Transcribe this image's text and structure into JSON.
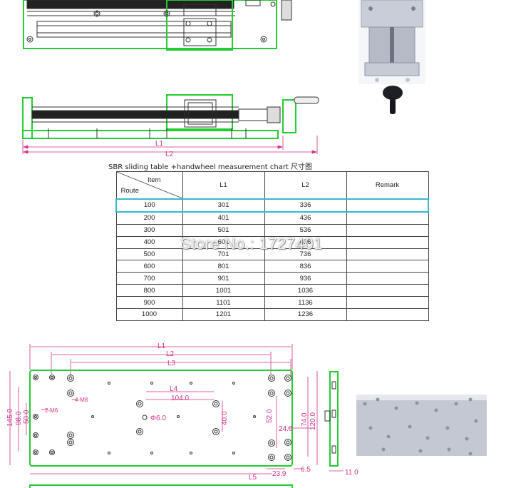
{
  "side_view": {
    "dim_l1": "L1",
    "dim_l2": "L2"
  },
  "chart": {
    "caption_prefix": "SBR sliding table +",
    "caption_underlined": "handwheel",
    "caption_suffix": " measurement chart 尺寸图",
    "header_item": "Item",
    "header_route": "Route",
    "col_l1": "L1",
    "col_l2": "L2",
    "col_remark": "Remark",
    "rows": [
      {
        "route": "100",
        "l1": "301",
        "l2": "336",
        "remark": ""
      },
      {
        "route": "200",
        "l1": "401",
        "l2": "436",
        "remark": ""
      },
      {
        "route": "300",
        "l1": "501",
        "l2": "536",
        "remark": ""
      },
      {
        "route": "400",
        "l1": "601",
        "l2": "636",
        "remark": ""
      },
      {
        "route": "500",
        "l1": "701",
        "l2": "736",
        "remark": ""
      },
      {
        "route": "600",
        "l1": "801",
        "l2": "836",
        "remark": ""
      },
      {
        "route": "700",
        "l1": "901",
        "l2": "936",
        "remark": ""
      },
      {
        "route": "800",
        "l1": "1001",
        "l2": "1036",
        "remark": ""
      },
      {
        "route": "900",
        "l1": "1101",
        "l2": "1136",
        "remark": ""
      },
      {
        "route": "1000",
        "l1": "1201",
        "l2": "1236",
        "remark": ""
      }
    ]
  },
  "watermark": "Store No.: 1727401",
  "plan_view": {
    "l1": "L1",
    "l2": "L2",
    "l3": "L3",
    "l4": "L4",
    "l5": "L5",
    "d104": "104.0",
    "phi6": "Φ6.0",
    "d40": "40.0",
    "d52": "52.0",
    "d24": "24.0",
    "d74": "74.0",
    "d120": "120.0",
    "d145": "145.0",
    "d98": "98.0",
    "d50": "50.0",
    "m6": "2-M6",
    "m8": "4-M8",
    "d239": "23.9",
    "d65": "6.5",
    "d110": "11.0"
  },
  "colors": {
    "outline": "#22cc33",
    "dimension": "#d0308a",
    "highlight": "#35b9d3"
  }
}
